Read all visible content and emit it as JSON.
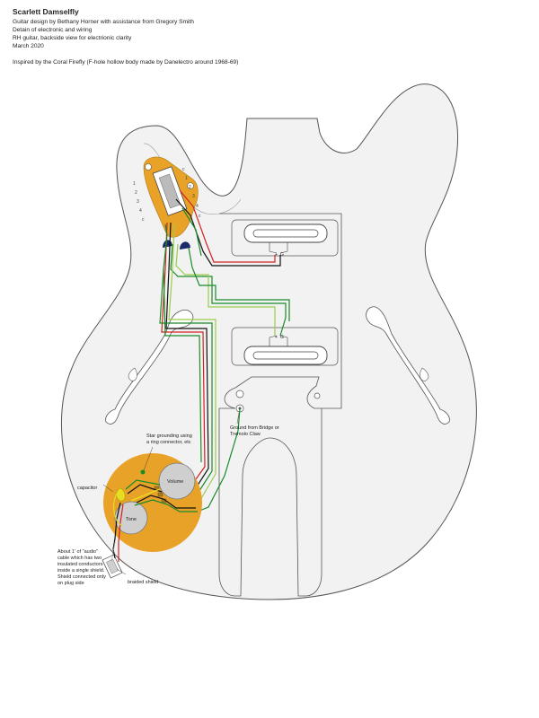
{
  "header": {
    "title": "Scarlett Damselfly",
    "lines": [
      "Guitar design by Bethany Horner with assistance from Gregory Smith",
      "Detain of electronic and wiring",
      "RH guitar, backside view for electrionic clarity",
      "March 2020"
    ],
    "inspiration": "Inspired by the Coral Firefly (F-hole hollow body  made by Danelectro around 1968-69)"
  },
  "switch_terminals_left": [
    "1",
    "2",
    "3",
    "4",
    "c"
  ],
  "switch_terminals_right": [
    "c",
    "1",
    "2",
    "3",
    "4",
    "c"
  ],
  "pickups": {
    "neck_labels": {
      "plus": "+",
      "ground": "G"
    },
    "bridge_labels": {
      "plus": "+",
      "ground": "G"
    }
  },
  "controls": {
    "volume": "Volume",
    "tone": "Tone",
    "capacitor": "capacitor"
  },
  "annotations": {
    "star_ground_1": "Star grounding using",
    "star_ground_2": "a ring connector, etc",
    "bridge_ground_1": "Ground from Bridge or",
    "bridge_ground_2": "Tremolo Claw",
    "cable_1": "About 1' of \"audio\"",
    "cable_2": "cable which has two",
    "cable_3": "insulated conductors",
    "cable_4": "inside a single shield.",
    "cable_5": "Shield connected only",
    "cable_6": "on plug side",
    "braided_shield": "braided shield"
  },
  "colors": {
    "body_fill": "#f2f2f2",
    "outline": "#555555",
    "control_plate": "#e8a227",
    "wire_red": "#d42020",
    "wire_black": "#111111",
    "wire_green": "#1a8a2a",
    "wire_lightgreen": "#9bcc4a",
    "wire_yellow": "#e8dd20",
    "knob": "#cfcfcf",
    "switch_cap": "#1a2a6a"
  }
}
